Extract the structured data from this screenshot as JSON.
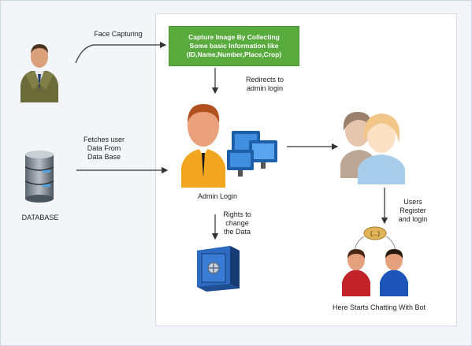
{
  "nodes": {
    "face_capturing": "Face Capturing",
    "capture_box": "Capture Image By Collecting\nSome basic Information like\n(ID,Name,Number,Place,Crop)",
    "redirects": "Redirects to\nadmin login",
    "fetches": "Fetches user\nData From\nData Base",
    "database": "DATABASE",
    "admin_login": "Admin Login",
    "rights": "Rights to\nchange\nthe Data",
    "users_register": "Users\nRegister\nand login",
    "chatting": "Here Starts Chatting With Bot",
    "chat_bubble": "(...)"
  },
  "icons": {
    "farmer": "person-icon",
    "database": "database-icon",
    "admin": "admin-computer-icon",
    "users": "users-group-icon",
    "vault": "vault-icon",
    "chat": "chat-people-icon"
  },
  "colors": {
    "green_box": "#59ab3d",
    "arrow": "#333333"
  }
}
